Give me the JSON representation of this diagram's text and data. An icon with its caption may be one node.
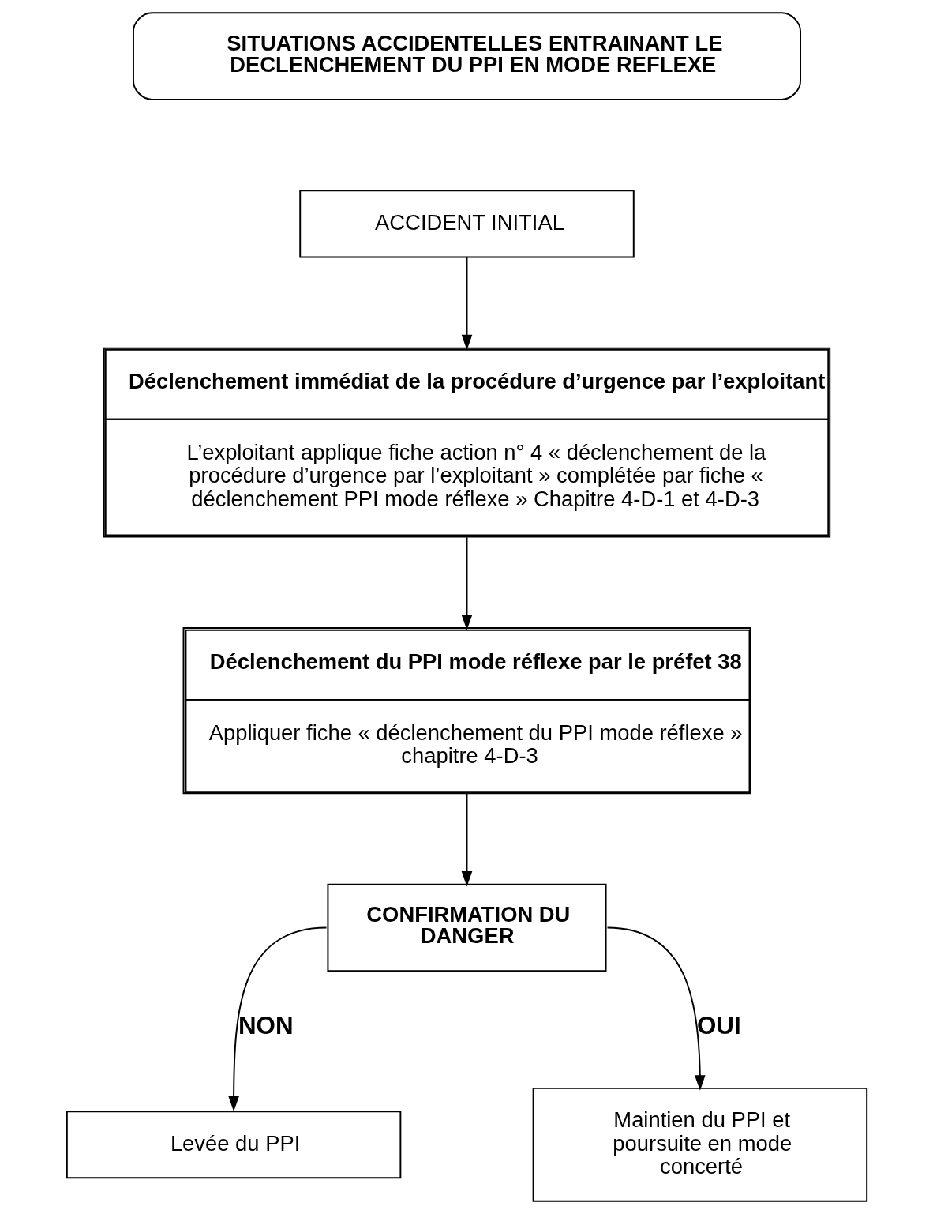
{
  "diagram": {
    "nodes": [
      {
        "text": [
          "SITUATIONS ACCIDENTELLES ENTRAINANT LE DECLENCHEMENT DU PPI EN MODE REFLEXE"
        ]
      },
      {
        "text": [
          "ACCIDENT INITIAL"
        ]
      },
      {
        "text": [
          "Déclenchement immédiat de la procédure d’urgence par l’exploitant",
          "L’exploitant applique fiche action n° 4 « déclenchement de la procédure d’urgence par l’exploitant » complétée par fiche « déclenchement PPI mode réflexe » Chapitre 4-D-1 et 4-D-3"
        ]
      },
      {
        "text": [
          "Déclenchement du PPI mode réflexe par le préfet 38",
          "Appliquer fiche « déclenchement du PPI mode réflexe » chapitre 4-D-3"
        ]
      },
      {
        "text": [
          "CONFIRMATION DU DANGER"
        ]
      },
      {
        "text": [
          "Levée du PPI"
        ]
      },
      {
        "text": [
          "Maintien du PPI et poursuite en mode concerté"
        ]
      }
    ],
    "edges": [
      {
        "from": 1,
        "to": 2,
        "arrow": "to"
      },
      {
        "from": 2,
        "to": 3,
        "arrow": "to"
      },
      {
        "from": 3,
        "to": 4,
        "arrow": "to"
      },
      {
        "from": 4,
        "to": 5,
        "arrow": "to",
        "label": "NON"
      },
      {
        "from": 4,
        "to": 6,
        "arrow": "to",
        "label": "OUI"
      }
    ]
  }
}
